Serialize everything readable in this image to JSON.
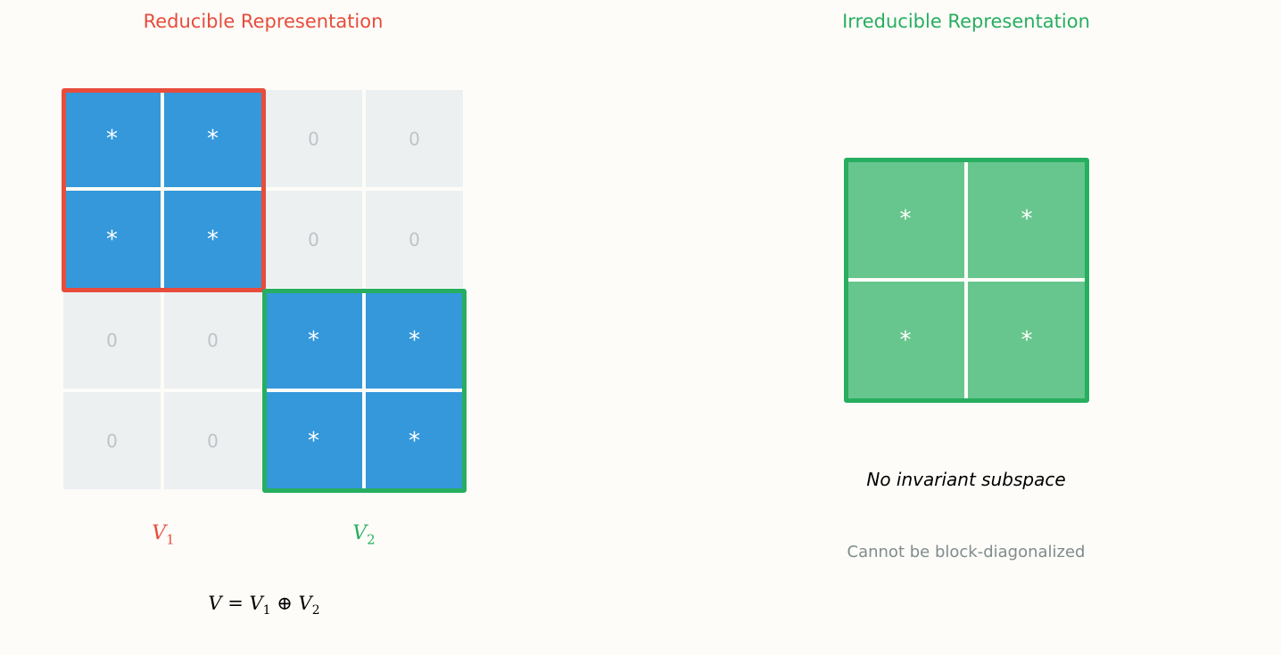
{
  "reducible": {
    "title": "Reducible Representation",
    "matrix": [
      [
        "*",
        "*",
        "0",
        "0"
      ],
      [
        "*",
        "*",
        "0",
        "0"
      ],
      [
        "0",
        "0",
        "*",
        "*"
      ],
      [
        "0",
        "0",
        "*",
        "*"
      ]
    ],
    "label_v1_base": "V",
    "label_v1_sub": "1",
    "label_v2_base": "V",
    "label_v2_sub": "2",
    "equation": {
      "lhs": "V",
      "eq": " = ",
      "v1": "V",
      "v1_sub": "1",
      "op": " ⊕ ",
      "v2": "V",
      "v2_sub": "2"
    }
  },
  "irreducible": {
    "title": "Irreducible Representation",
    "matrix": [
      [
        "*",
        "*"
      ],
      [
        "*",
        "*"
      ]
    ],
    "caption": "No invariant subspace",
    "note": "Cannot be block-diagonalized"
  },
  "colors": {
    "v1": "#e74c3c",
    "v2": "#27ae60",
    "block_fill": "#3498db",
    "irreducible_fill": "#67c68d",
    "zero_fill": "#ecf0f1",
    "zero_text": "#bdc3c7"
  }
}
